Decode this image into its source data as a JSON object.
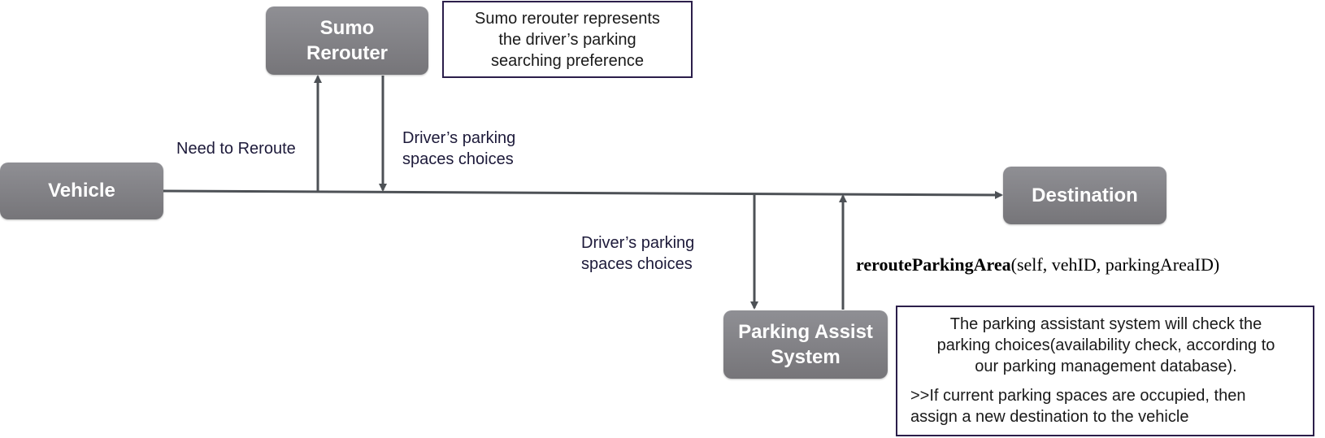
{
  "nodes": {
    "vehicle": "Vehicle",
    "sumo_rerouter": "Sumo\nRerouter",
    "destination": "Destination",
    "parking_assist": "Parking Assist\nSystem"
  },
  "notes": {
    "sumo_note": "Sumo rerouter represents\nthe driver’s parking\nsearching preference",
    "parking_note_p1": "The parking assistant system will check the\nparking choices(availability check, according to\nour parking management database).",
    "parking_note_p2": ">>If current parking spaces are occupied, then\nassign a new destination to the vehicle"
  },
  "labels": {
    "need_to_reroute": "Need to Reroute",
    "choices_top": "Driver’s parking\nspaces choices",
    "choices_bottom": "Driver’s parking\nspaces choices"
  },
  "code": {
    "function_name": "rerouteParkingArea",
    "function_args": "(self, vehID, parkingAreaID)"
  },
  "colors": {
    "node_fill": "#838287",
    "wire": "#4d5156",
    "note_border": "#2b1e4a"
  }
}
